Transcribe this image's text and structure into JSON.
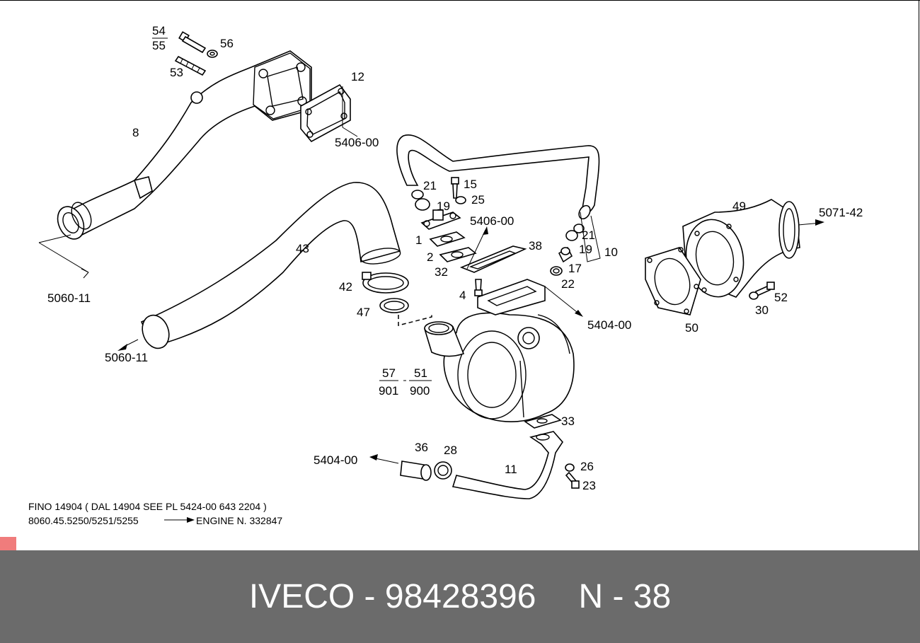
{
  "labels": {
    "l54": "54",
    "l55": "55",
    "l56": "56",
    "l53": "53",
    "l12": "12",
    "l8": "8",
    "l5406a": "5406-00",
    "l43": "43",
    "l5060a": "5060-11",
    "l5060b": "5060-11",
    "l21a": "21",
    "l15": "15",
    "l25": "25",
    "l19a": "19",
    "l5406b": "5406-00",
    "l1": "1",
    "l2": "2",
    "l32": "32",
    "l38": "38",
    "l21b": "21",
    "l19b": "19",
    "l10": "10",
    "l17": "17",
    "l22": "22",
    "l4": "4",
    "l42": "42",
    "l47": "47",
    "l5404a": "5404-00",
    "l49": "49",
    "l5071": "5071-42",
    "l52": "52",
    "l30": "30",
    "l50": "50",
    "l57": "57",
    "l901": "901",
    "l51": "51",
    "l900": "900",
    "l33": "33",
    "l36": "36",
    "l28": "28",
    "l5404b": "5404-00",
    "l11": "11",
    "l26": "26",
    "l23": "23"
  },
  "notes": {
    "line1": "FINO 14904 ( DAL 14904 SEE PL 5424-00 643 2204 )",
    "line2a": "8060.45.5250/5251/5255",
    "line2b": "ENGINE N. 332847"
  },
  "footer": {
    "brand_part": "IVECO - 98428396",
    "page": "N - 38"
  }
}
